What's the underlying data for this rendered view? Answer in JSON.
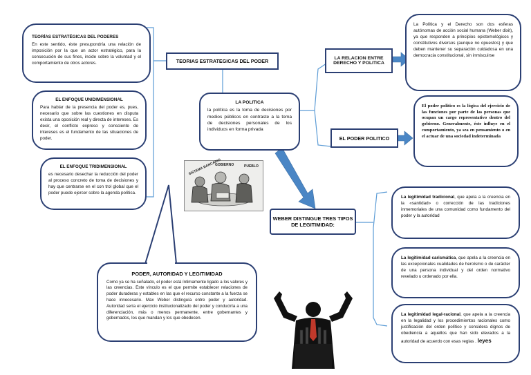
{
  "main": {
    "title": "LA POLITICA",
    "text": "la política es la toma de decisiones por medios públicos en contraste a la toma de decisiones personales de los individuos en forma privada"
  },
  "topics": {
    "teorias": "TEORIAS ESTRATEGICAS DEL PODER",
    "relacion": "LA RELACION ENTRE DERECHO Y POLITICA",
    "poder_politico": "EL PODER POLITICO",
    "weber": "WEBER DISTINGUE TRES TIPOS DE LEGITIMIDAD:"
  },
  "teorias_box": {
    "title": "TEORÍAS ESTRATÉGICAS DEL PODERES",
    "text": "En este sentido, éste presupondría una relación de imposición por la que un actor estratégico, para la consecución de sus fines, incide sobre la voluntad y el comportamiento de otros actores."
  },
  "unidimensional": {
    "title": "EL ENFOQUE UNIDIMENSIONAL",
    "text": "Para hablar de la presencia del poder es, pues, necesario que sobre las cuestiones en disputa exista una oposición real y directa de intereses. Es decir, el conflicto expreso y consciente de intereses es el fundamento de las situaciones de poder."
  },
  "tridimensional": {
    "title": "EL ENFOQUE TRIDIMENSIONAL",
    "text": "es necesario desechar la reducción del poder al proceso concreto de toma de decisiones y hay que centrarse en el con trol global que el poder puede ejercer sobre la agenda política."
  },
  "relacion_box": {
    "text": "La Política y el Derecho son dos esferas autónomas de acción social humana (Weber dixit), ya que responden a principios epistemológicos y constitutivos diversos (aunque no opuestos) y que deben mantener su separación cuidadosa en una democracia constitucional, sin inmiscuirse"
  },
  "poder_politico_box": {
    "text": "El poder politico es la lógica del ejercicio de las funciones por parte de las personas que ocupan un cargo representativo dentro del gobierno. Generalmente, éste influye en el comportamiento, ya sea en pensamiento o en el actuar de una sociedad indeterminada"
  },
  "autoridad": {
    "title": "PODER, AUTORIDAD Y LEGITIMIDAD",
    "text": "Como ya se ha señalado, el poder está íntimamente ligado a los valores y las creencias. Este vínculo es el que permite establecer relaciones de poder duraderas y estables en las que el recurso constante a la fuerza se hace innecesario. Max Weber distinguía entre poder y autoridad. Autoridad sería el ejercicio institucionalizado del poder y conduciría a una diferenciación, más o menos permanente, entre gobernantes y gobernados, los que mandan y los que obedecen."
  },
  "legitimidad": [
    {
      "bold": "La legitimidad tradicional",
      "text": ", que apela a la creencia en la «santidad» o corrección de las tradiciones inmemoriales de una comunidad como fundamento del poder y la autoridad"
    },
    {
      "bold": "La legitimidad carismática",
      "text": ", que apela a la creencia en las excepcionales cualidades de heroísmo o de carácter de una persona individual y del orden normativo revelado u ordenado por ella."
    },
    {
      "bold": "La legitimidad legal-racional",
      "text": ", que apela a la creencia en la legalidad y los procedimientos racionales como justificación del orden político y considera dignos de obediencia a aquellos que han sido elevados a la autoridad de acuerdo con esas reglas .",
      "end": "leyes"
    }
  ],
  "cartoon_labels": {
    "left": "SISTEMA BANCARIO",
    "mid": "GOBIERNO",
    "right": "PUEBLO"
  },
  "colors": {
    "border": "#2b3f73",
    "arrow": "#4a86c5",
    "connector": "#5b9bd5"
  }
}
